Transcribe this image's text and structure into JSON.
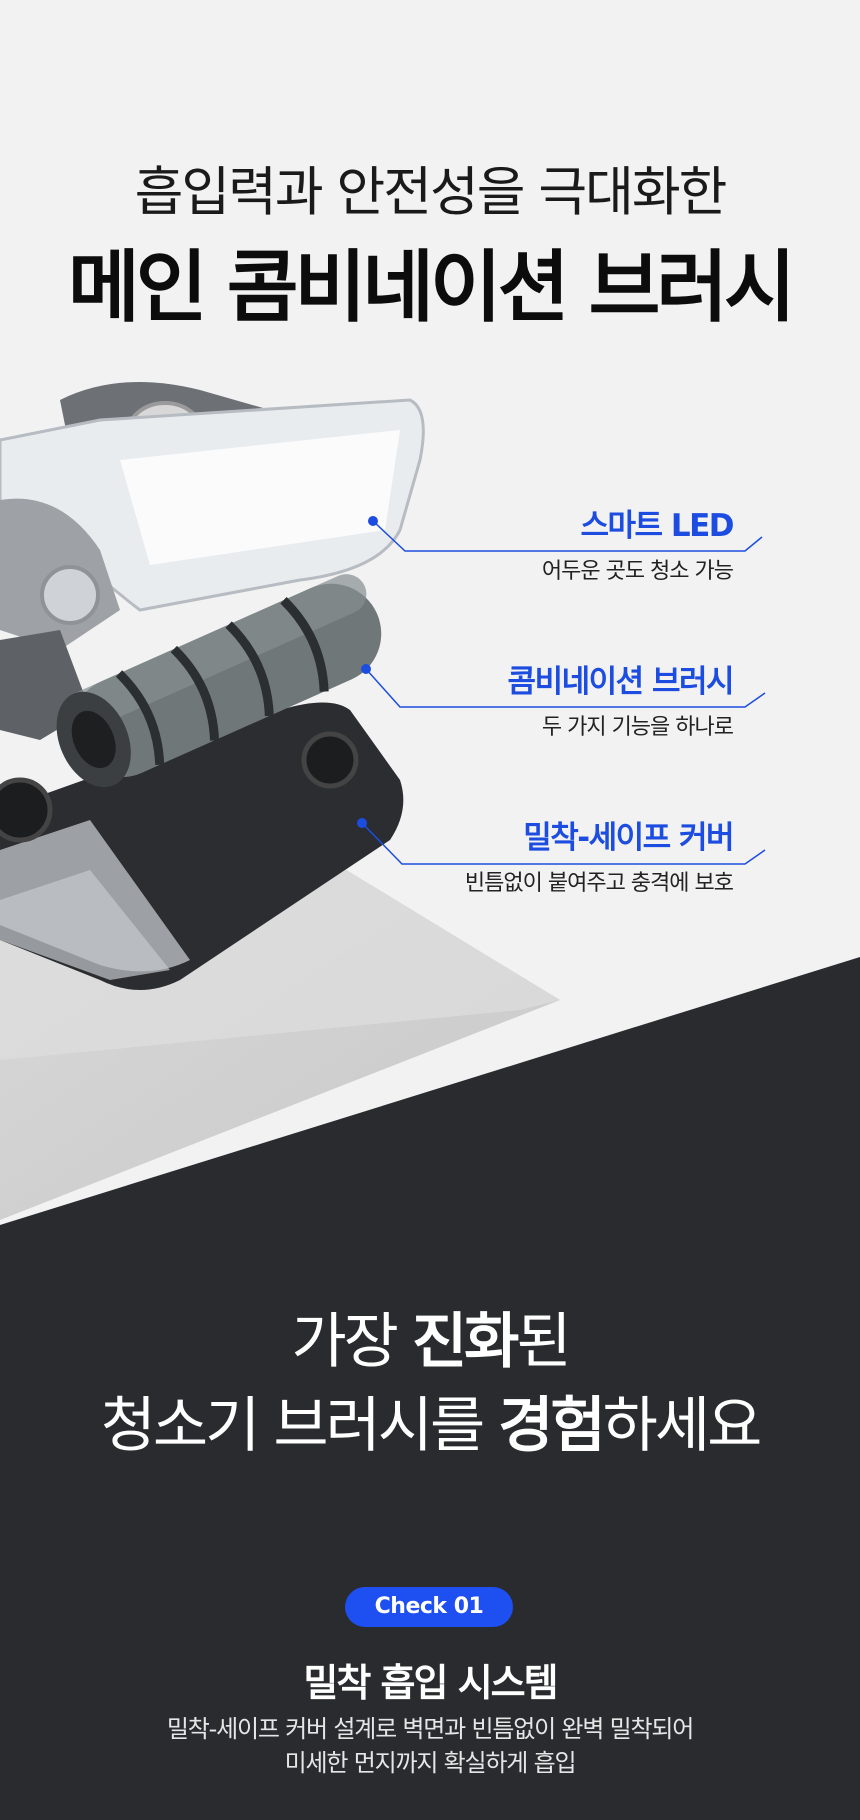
{
  "header": {
    "subtitle": "흡입력과 안전성을 극대화한",
    "title": "메인 콤비네이션 브러시"
  },
  "callouts": [
    {
      "title": "스마트 LED",
      "desc": "어두운 곳도 청소 가능"
    },
    {
      "title": "콤비네이션 브러시",
      "desc": "두 가지 기능을 하나로"
    },
    {
      "title": "밀착-세이프 커버",
      "desc": "빈틈없이 붙여주고 충격에 보호"
    }
  ],
  "cta": {
    "line1_pre": "가장 ",
    "line1_bold": "진화",
    "line1_post": "된",
    "line2_pre": "청소기 브러시를 ",
    "line2_bold": "경험",
    "line2_post": "하세요"
  },
  "feature": {
    "badge": "Check 01",
    "title": "밀착 흡입 시스템",
    "desc_line1": "밀착-세이프 커버 설계로 벽면과 빈틈없이 완벽 밀착되어",
    "desc_line2": "미세한 먼지까지 확실하게 흡입"
  },
  "colors": {
    "accent": "#1e4ff0",
    "callout_text": "#1c4de0",
    "dark_bg": "#2a2b2e",
    "light_bg": "#f2f2f2"
  }
}
